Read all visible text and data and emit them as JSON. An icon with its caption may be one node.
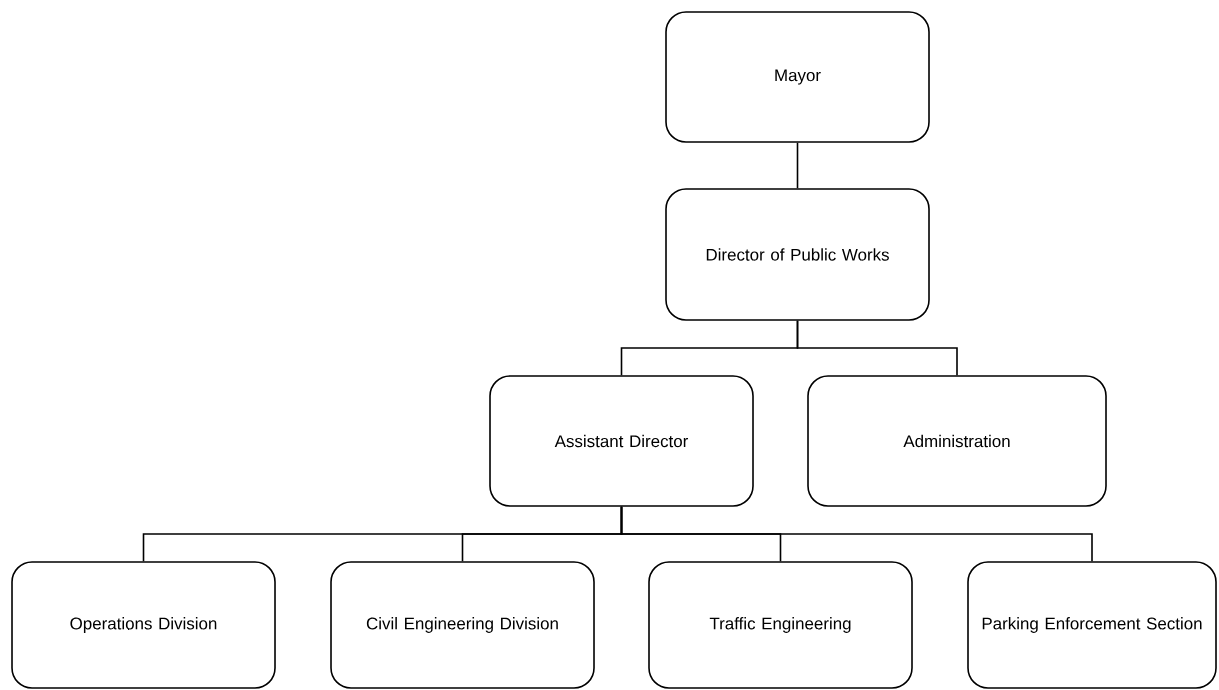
{
  "diagram": {
    "nodes": [
      {
        "text": [
          "Mayor"
        ]
      },
      {
        "text": [
          "Director of Public Works"
        ]
      },
      {
        "text": [
          "Assistant Director"
        ]
      },
      {
        "text": [
          "Administration"
        ]
      },
      {
        "text": [
          "Operations Division"
        ]
      },
      {
        "text": [
          "Civil Engineering Division"
        ]
      },
      {
        "text": [
          "Traffic Engineering"
        ]
      },
      {
        "text": [
          "Parking Enforcement Section"
        ]
      }
    ],
    "edges": [
      {
        "from": 0,
        "to": 1,
        "arrow": "none"
      },
      {
        "from": 1,
        "to": 2,
        "arrow": "none"
      },
      {
        "from": 1,
        "to": 3,
        "arrow": "none"
      },
      {
        "from": 2,
        "to": 4,
        "arrow": "none"
      },
      {
        "from": 2,
        "to": 5,
        "arrow": "none"
      },
      {
        "from": 2,
        "to": 6,
        "arrow": "none"
      },
      {
        "from": 2,
        "to": 7,
        "arrow": "none"
      }
    ]
  }
}
